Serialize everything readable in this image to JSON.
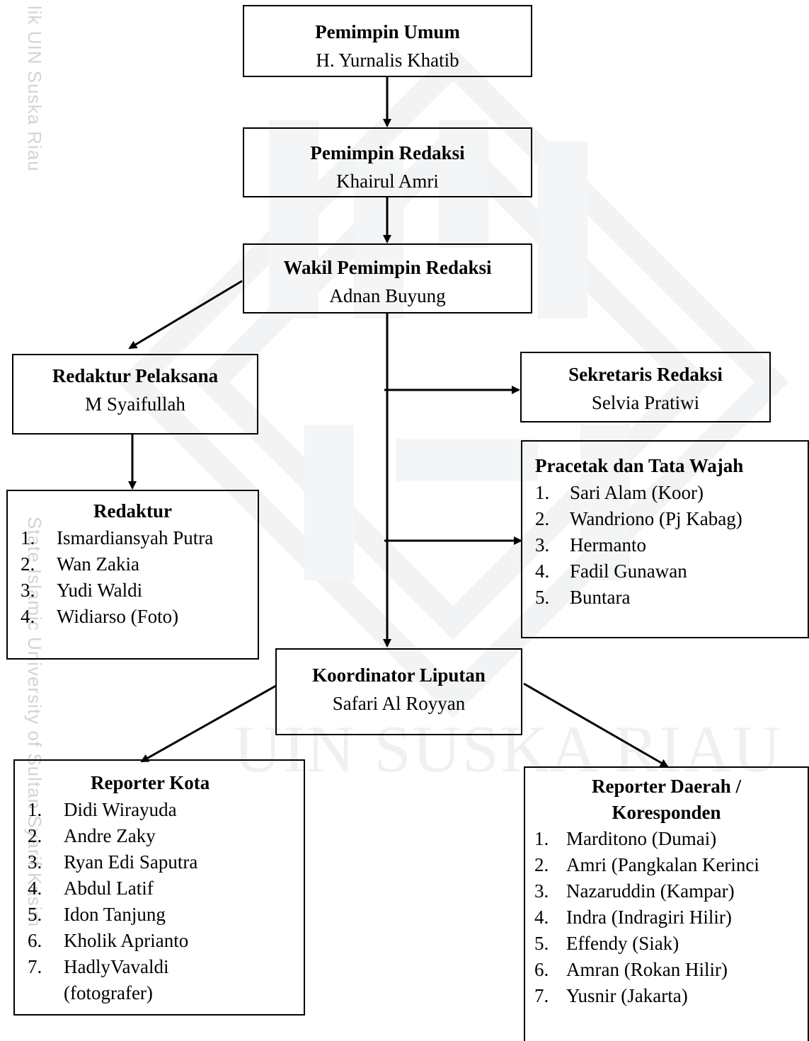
{
  "watermark": {
    "side_top": "lik UIN Suska Riau",
    "side_bottom": "State Islamic University of Sultan Syarif Kasim",
    "center": "UIN SUSKA RIAU"
  },
  "boxes": {
    "pemimpin_umum": {
      "title": "Pemimpin Umum",
      "name": "H. Yurnalis Khatib"
    },
    "pemimpin_redaksi": {
      "title": "Pemimpin Redaksi",
      "name": "Khairul Amri"
    },
    "wakil": {
      "title": "Wakil Pemimpin Redaksi",
      "name": "Adnan Buyung"
    },
    "redaktur_pelaksana": {
      "title": "Redaktur Pelaksana",
      "name": "M Syaifullah"
    },
    "sekretaris": {
      "title": "Sekretaris Redaksi",
      "name": "Selvia Pratiwi"
    },
    "redaktur": {
      "title": "Redaktur",
      "items": [
        {
          "num": "1.",
          "text": "Ismardiansyah Putra"
        },
        {
          "num": "2.",
          "text": "Wan Zakia"
        },
        {
          "num": "3.",
          "text": "Yudi Waldi"
        },
        {
          "num": "4.",
          "text": "Widiarso (Foto)"
        }
      ]
    },
    "pracetak": {
      "title": "Pracetak dan Tata Wajah",
      "items": [
        {
          "num": "1.",
          "text": "Sari Alam (Koor)"
        },
        {
          "num": "2.",
          "text": "Wandriono (Pj Kabag)"
        },
        {
          "num": "3.",
          "text": "Hermanto"
        },
        {
          "num": "4.",
          "text": "Fadil Gunawan"
        },
        {
          "num": "5.",
          "text": "Buntara"
        }
      ]
    },
    "koordinator": {
      "title": "Koordinator Liputan",
      "name": "Safari Al Royyan"
    },
    "reporter_kota": {
      "title": "Reporter Kota",
      "items": [
        {
          "num": "1.",
          "text": "Didi Wirayuda"
        },
        {
          "num": "2.",
          "text": "Andre Zaky"
        },
        {
          "num": "3.",
          "text": "Ryan Edi Saputra"
        },
        {
          "num": "4.",
          "text": "Abdul Latif"
        },
        {
          "num": "5.",
          "text": "Idon Tanjung"
        },
        {
          "num": "6.",
          "text": "Kholik Aprianto"
        },
        {
          "num": "7.",
          "text": "HadlyVavaldi"
        },
        {
          "num": "",
          "text": "(fotografer)"
        }
      ]
    },
    "reporter_daerah": {
      "title_line1": "Reporter Daerah /",
      "title_line2": "Koresponden",
      "items": [
        {
          "num": "1.",
          "text": "Marditono (Dumai)"
        },
        {
          "num": "2.",
          "text": "Amri (Pangkalan Kerinci"
        },
        {
          "num": "3.",
          "text": "Nazaruddin (Kampar)"
        },
        {
          "num": "4.",
          "text": "Indra (Indragiri Hilir)"
        },
        {
          "num": "5.",
          "text": "Effendy (Siak)"
        },
        {
          "num": "6.",
          "text": "Amran (Rokan Hilir)"
        },
        {
          "num": "7.",
          "text": "Yusnir (Jakarta)"
        }
      ]
    }
  }
}
